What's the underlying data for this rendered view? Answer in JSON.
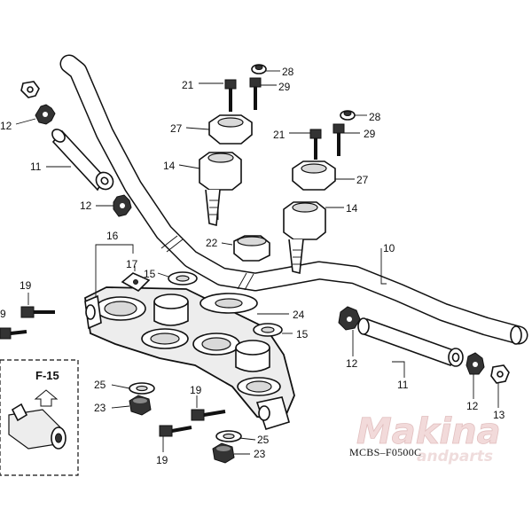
{
  "diagram": {
    "catalog_code": "MCBS–F0500C",
    "reference": {
      "label": "F-15"
    },
    "watermark": {
      "main": "Makina",
      "sub": "andparts"
    },
    "callouts": [
      {
        "id": "c28a",
        "text": "28"
      },
      {
        "id": "c21a",
        "text": "21"
      },
      {
        "id": "c29a",
        "text": "29"
      },
      {
        "id": "c12a",
        "text": "12"
      },
      {
        "id": "c27a",
        "text": "27"
      },
      {
        "id": "c28b",
        "text": "28"
      },
      {
        "id": "c11a",
        "text": "11"
      },
      {
        "id": "c21b",
        "text": "21"
      },
      {
        "id": "c29b",
        "text": "29"
      },
      {
        "id": "c14a",
        "text": "14"
      },
      {
        "id": "c27b",
        "text": "27"
      },
      {
        "id": "c12b",
        "text": "12"
      },
      {
        "id": "c14b",
        "text": "14"
      },
      {
        "id": "c16",
        "text": "16"
      },
      {
        "id": "c22",
        "text": "22"
      },
      {
        "id": "c10",
        "text": "10"
      },
      {
        "id": "c17",
        "text": "17"
      },
      {
        "id": "c15a",
        "text": "15"
      },
      {
        "id": "c19a",
        "text": "19"
      },
      {
        "id": "c9",
        "text": "9"
      },
      {
        "id": "c24",
        "text": "24"
      },
      {
        "id": "c15b",
        "text": "15"
      },
      {
        "id": "c12c",
        "text": "12"
      },
      {
        "id": "c11b",
        "text": "11"
      },
      {
        "id": "c25a",
        "text": "25"
      },
      {
        "id": "c19b",
        "text": "19"
      },
      {
        "id": "c23a",
        "text": "23"
      },
      {
        "id": "c12d",
        "text": "12"
      },
      {
        "id": "c13",
        "text": "13"
      },
      {
        "id": "c25b",
        "text": "25"
      },
      {
        "id": "c19c",
        "text": "19"
      },
      {
        "id": "c23b",
        "text": "23"
      }
    ]
  }
}
